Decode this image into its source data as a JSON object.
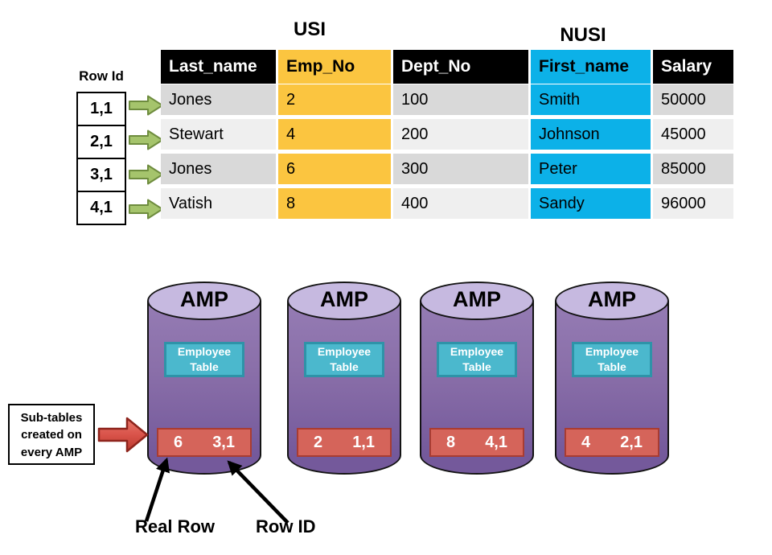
{
  "labels": {
    "usi": "USI",
    "nusi": "NUSI",
    "real_row": "Real Row",
    "row_id": "Row ID"
  },
  "row_id_column": {
    "label": "Row Id",
    "values": [
      "1,1",
      "2,1",
      "3,1",
      "4,1"
    ]
  },
  "table": {
    "headers": [
      "Last_name",
      "Emp_No",
      "Dept_No",
      "First_name",
      "Salary"
    ],
    "rows": [
      [
        "Jones",
        "2",
        "100",
        "Smith",
        "50000"
      ],
      [
        "Stewart",
        "4",
        "200",
        "Johnson",
        "45000"
      ],
      [
        "Jones",
        "6",
        "300",
        "Peter",
        "85000"
      ],
      [
        "Vatish",
        "8",
        "400",
        "Sandy",
        "96000"
      ]
    ],
    "usi_column": "Emp_No",
    "nusi_column": "First_name"
  },
  "amps": [
    {
      "title": "AMP",
      "subtable_label": "Employee Table",
      "real_row": "6",
      "row_id": "3,1"
    },
    {
      "title": "AMP",
      "subtable_label": "Employee Table",
      "real_row": "2",
      "row_id": "1,1"
    },
    {
      "title": "AMP",
      "subtable_label": "Employee Table",
      "real_row": "8",
      "row_id": "4,1"
    },
    {
      "title": "AMP",
      "subtable_label": "Employee Table",
      "real_row": "4",
      "row_id": "2,1"
    }
  ],
  "callout": {
    "lines": [
      "Sub-tables",
      "created on",
      "every AMP"
    ]
  },
  "colors": {
    "usi_highlight": "#FBC540",
    "nusi_highlight": "#0CB1E8",
    "header_bg": "#000000",
    "row_alt_dark": "#D9D9D9",
    "row_alt_light": "#EFEFEF",
    "cylinder_body": "#8A6FA9",
    "cylinder_top": "#C6B9E0",
    "subtable_box": "#4BB8CD",
    "subtable_border": "#2E93A8",
    "rowid_box_red": "#D5645A",
    "green_arrow": "#A5C46C",
    "red_arrow": "#D9534A"
  }
}
